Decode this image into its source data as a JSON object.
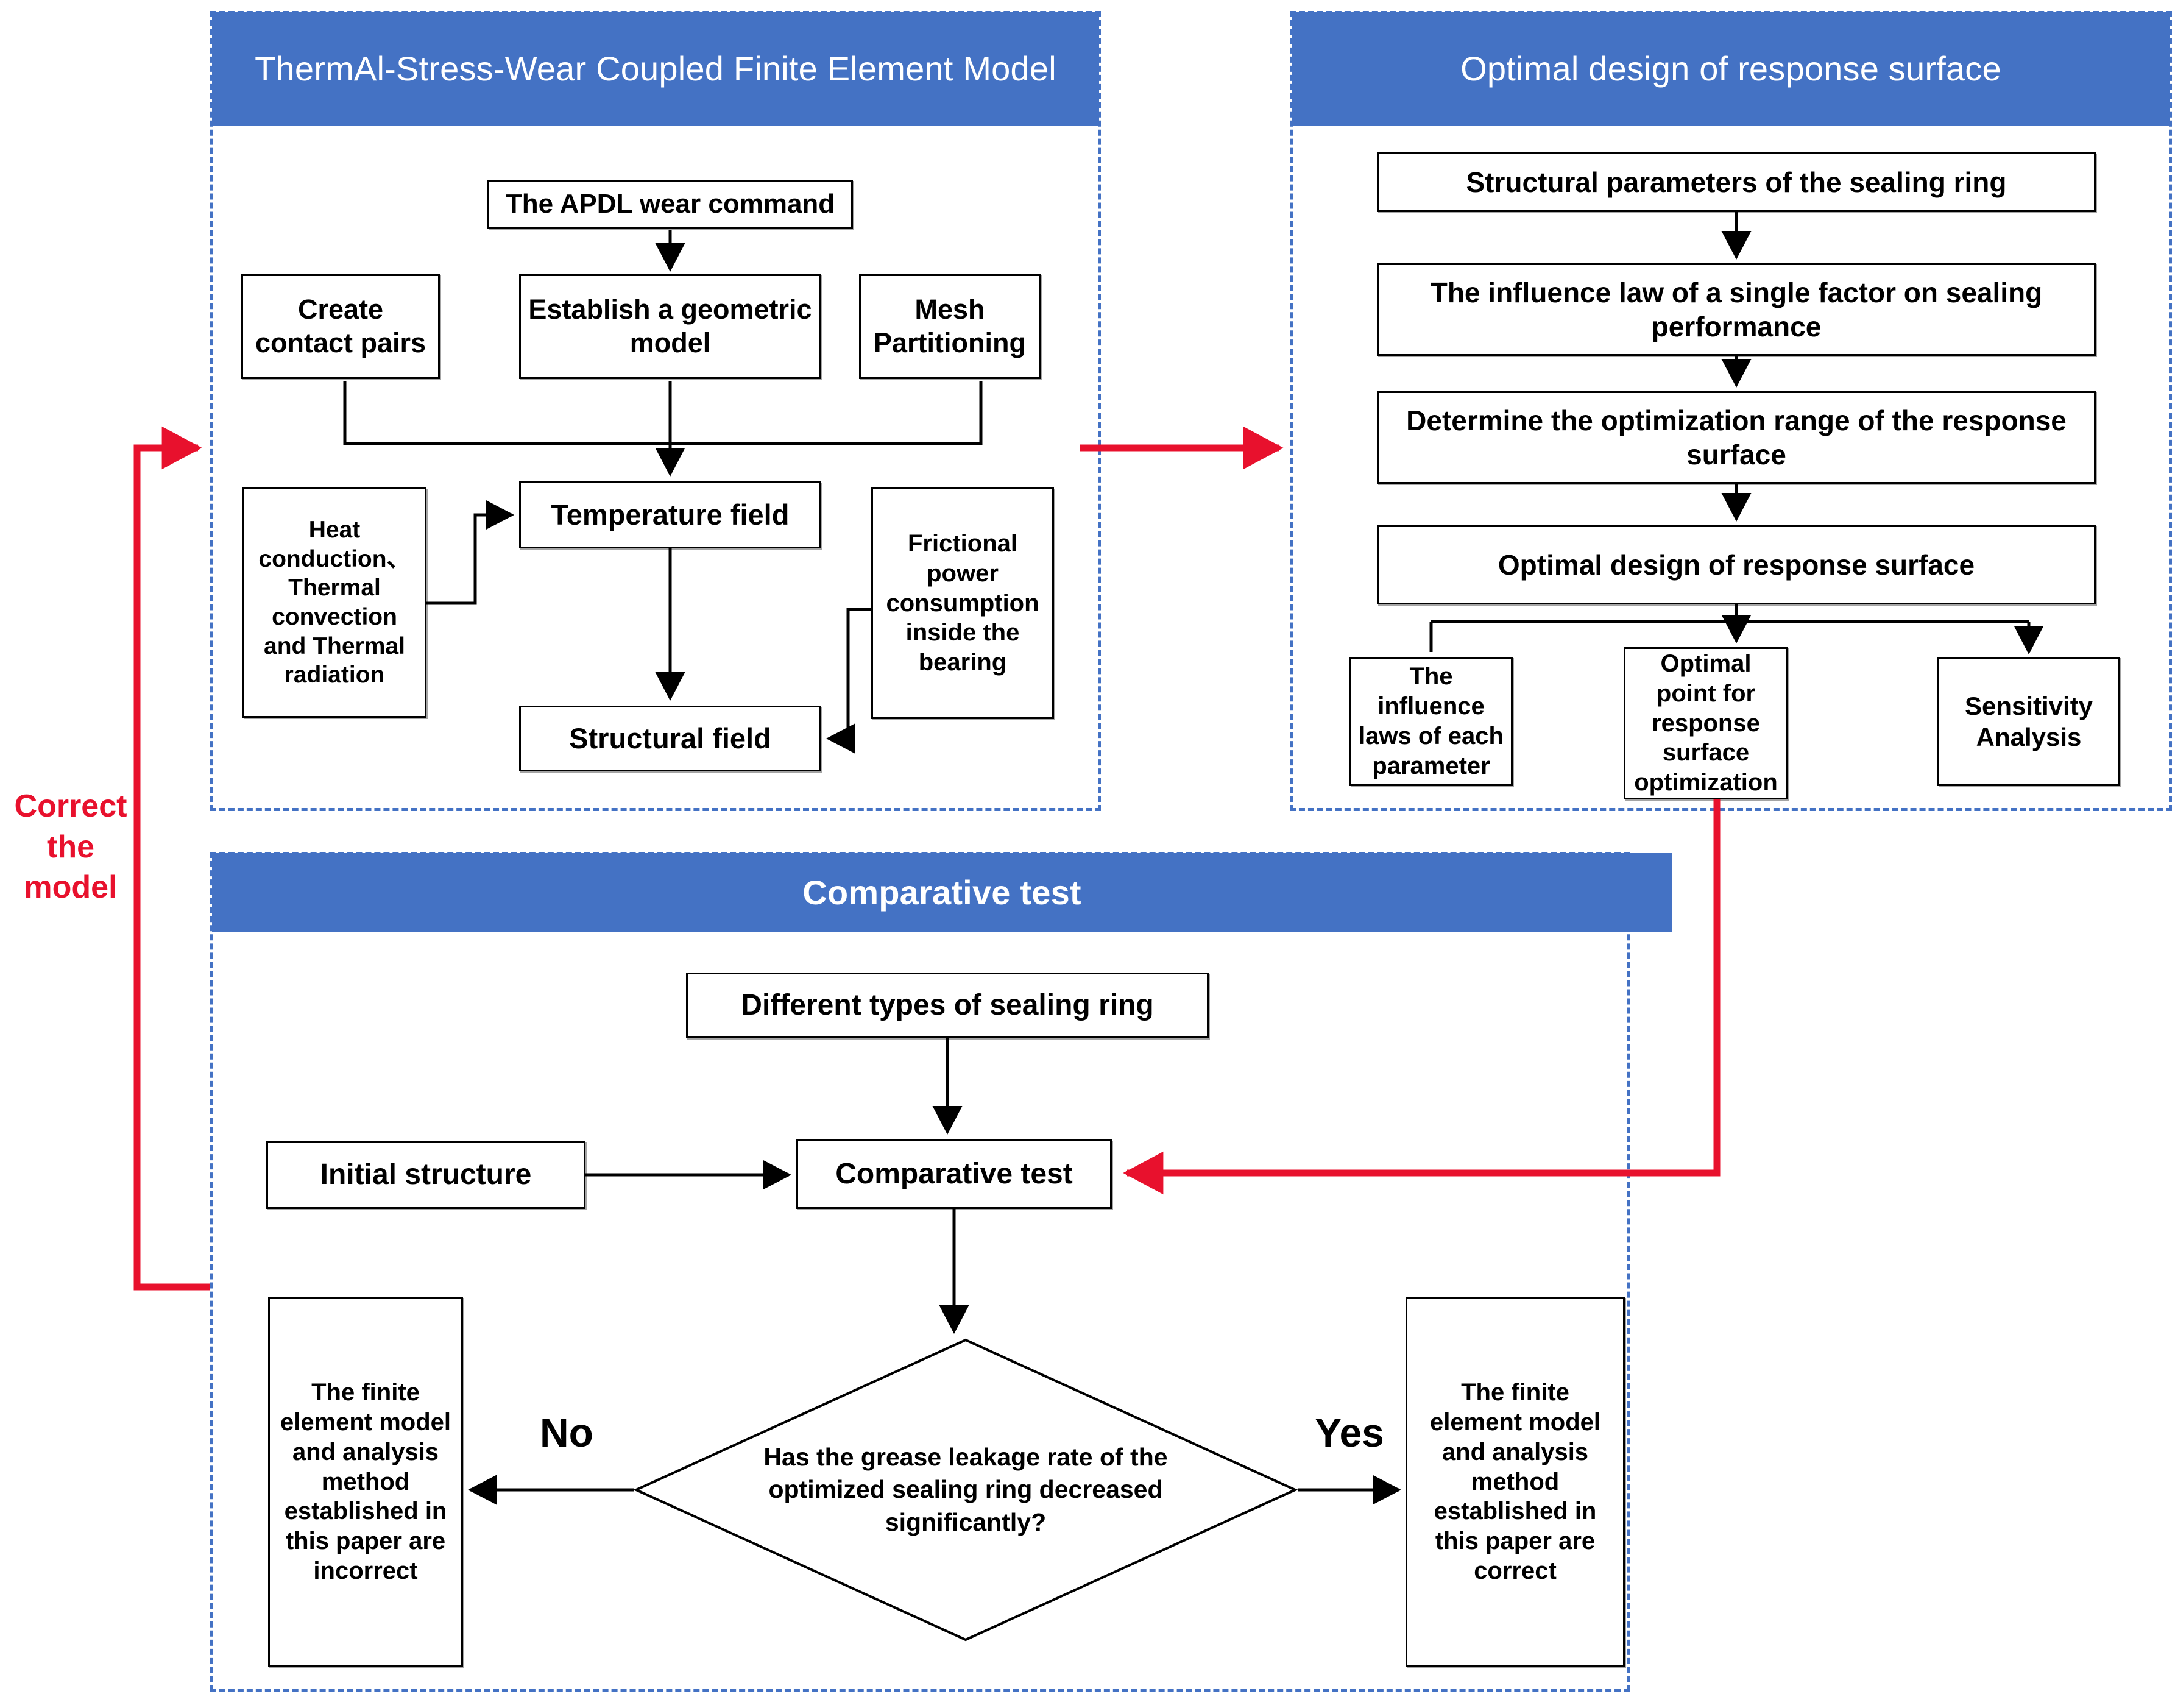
{
  "panels": {
    "fem": {
      "title": "ThermAl-Stress-Wear Coupled Finite Element Model",
      "nodes": {
        "apdl": "The APDL wear command",
        "contact_pairs": "Create contact pairs",
        "geometric_model": "Establish a geometric model",
        "mesh": "Mesh Partitioning",
        "heat": "Heat conduction、Thermal convection and Thermal radiation",
        "temperature_field": "Temperature field",
        "structural_field": "Structural field",
        "friction": "Frictional power consumption inside the bearing"
      }
    },
    "rsm": {
      "title": "Optimal design of response surface",
      "nodes": {
        "structural_params": "Structural parameters of the sealing ring",
        "single_factor": "The influence law of a single factor on sealing performance",
        "opt_range": "Determine the optimization range of the response surface",
        "optimal_design": "Optimal design of response surface",
        "influence_laws": "The influence laws of each parameter",
        "optimal_point": "Optimal point for response surface optimization",
        "sensitivity": "Sensitivity Analysis"
      }
    },
    "test": {
      "title": "Comparative test",
      "nodes": {
        "sealing_types": "Different types of sealing ring",
        "initial_structure": "Initial structure",
        "comparative_test": "Comparative test",
        "decision": "Has the grease leakage rate of the optimized sealing ring decreased significantly?",
        "incorrect": "The finite element model and analysis method established in this paper are incorrect",
        "correct": "The finite element model and analysis method established in this paper are correct"
      }
    }
  },
  "labels": {
    "yes": "Yes",
    "no": "No",
    "correct_the_model": "Correct the model"
  },
  "colors": {
    "banner_blue": "#4472C4",
    "panel_dash_blue": "#4472C4",
    "feedback_red": "#E8112D",
    "node_border": "#000000",
    "node_fill": "#FFFFFF"
  }
}
